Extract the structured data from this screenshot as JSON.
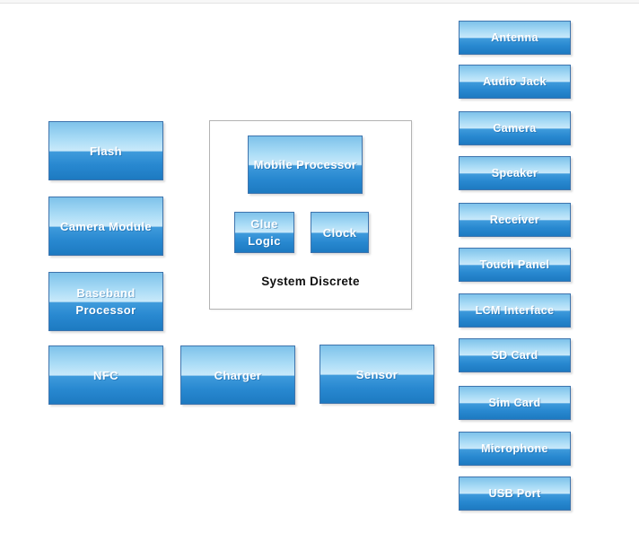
{
  "palette": {
    "chip_border": "#3e74ad",
    "chip_top": "#7ec2ea",
    "chip_light": "#aadcf6",
    "chip_highlight": "#c9e9fa",
    "chip_mid": "#3f9bdc",
    "chip_deep": "#2888d0",
    "chip_bottom": "#1d7ac1",
    "group_border": "#b3b3b3",
    "label_color": "#ffffff",
    "title_color": "#111111",
    "strip_bg": "#f7f7f7",
    "strip_border": "#e3e3e3"
  },
  "diagram": {
    "left_column": [
      {
        "label": "Flash"
      },
      {
        "label": "Camera Module"
      },
      {
        "label": "Baseband Processor"
      },
      {
        "label": "NFC"
      }
    ],
    "bottom_row": [
      {
        "label": "Charger"
      },
      {
        "label": "Sensor"
      }
    ],
    "system_discrete": {
      "title": "System Discrete",
      "components": [
        {
          "label": "Mobile Processor"
        },
        {
          "label": "Glue Logic"
        },
        {
          "label": "Clock"
        }
      ]
    },
    "right_column": [
      {
        "label": "Antenna"
      },
      {
        "label": "Audio Jack"
      },
      {
        "label": "Camera"
      },
      {
        "label": "Speaker"
      },
      {
        "label": "Receiver"
      },
      {
        "label": "Touch Panel"
      },
      {
        "label": "LCM Interface"
      },
      {
        "label": "SD Card"
      },
      {
        "label": "Sim Card"
      },
      {
        "label": "Microphone"
      },
      {
        "label": "USB Port"
      }
    ]
  }
}
